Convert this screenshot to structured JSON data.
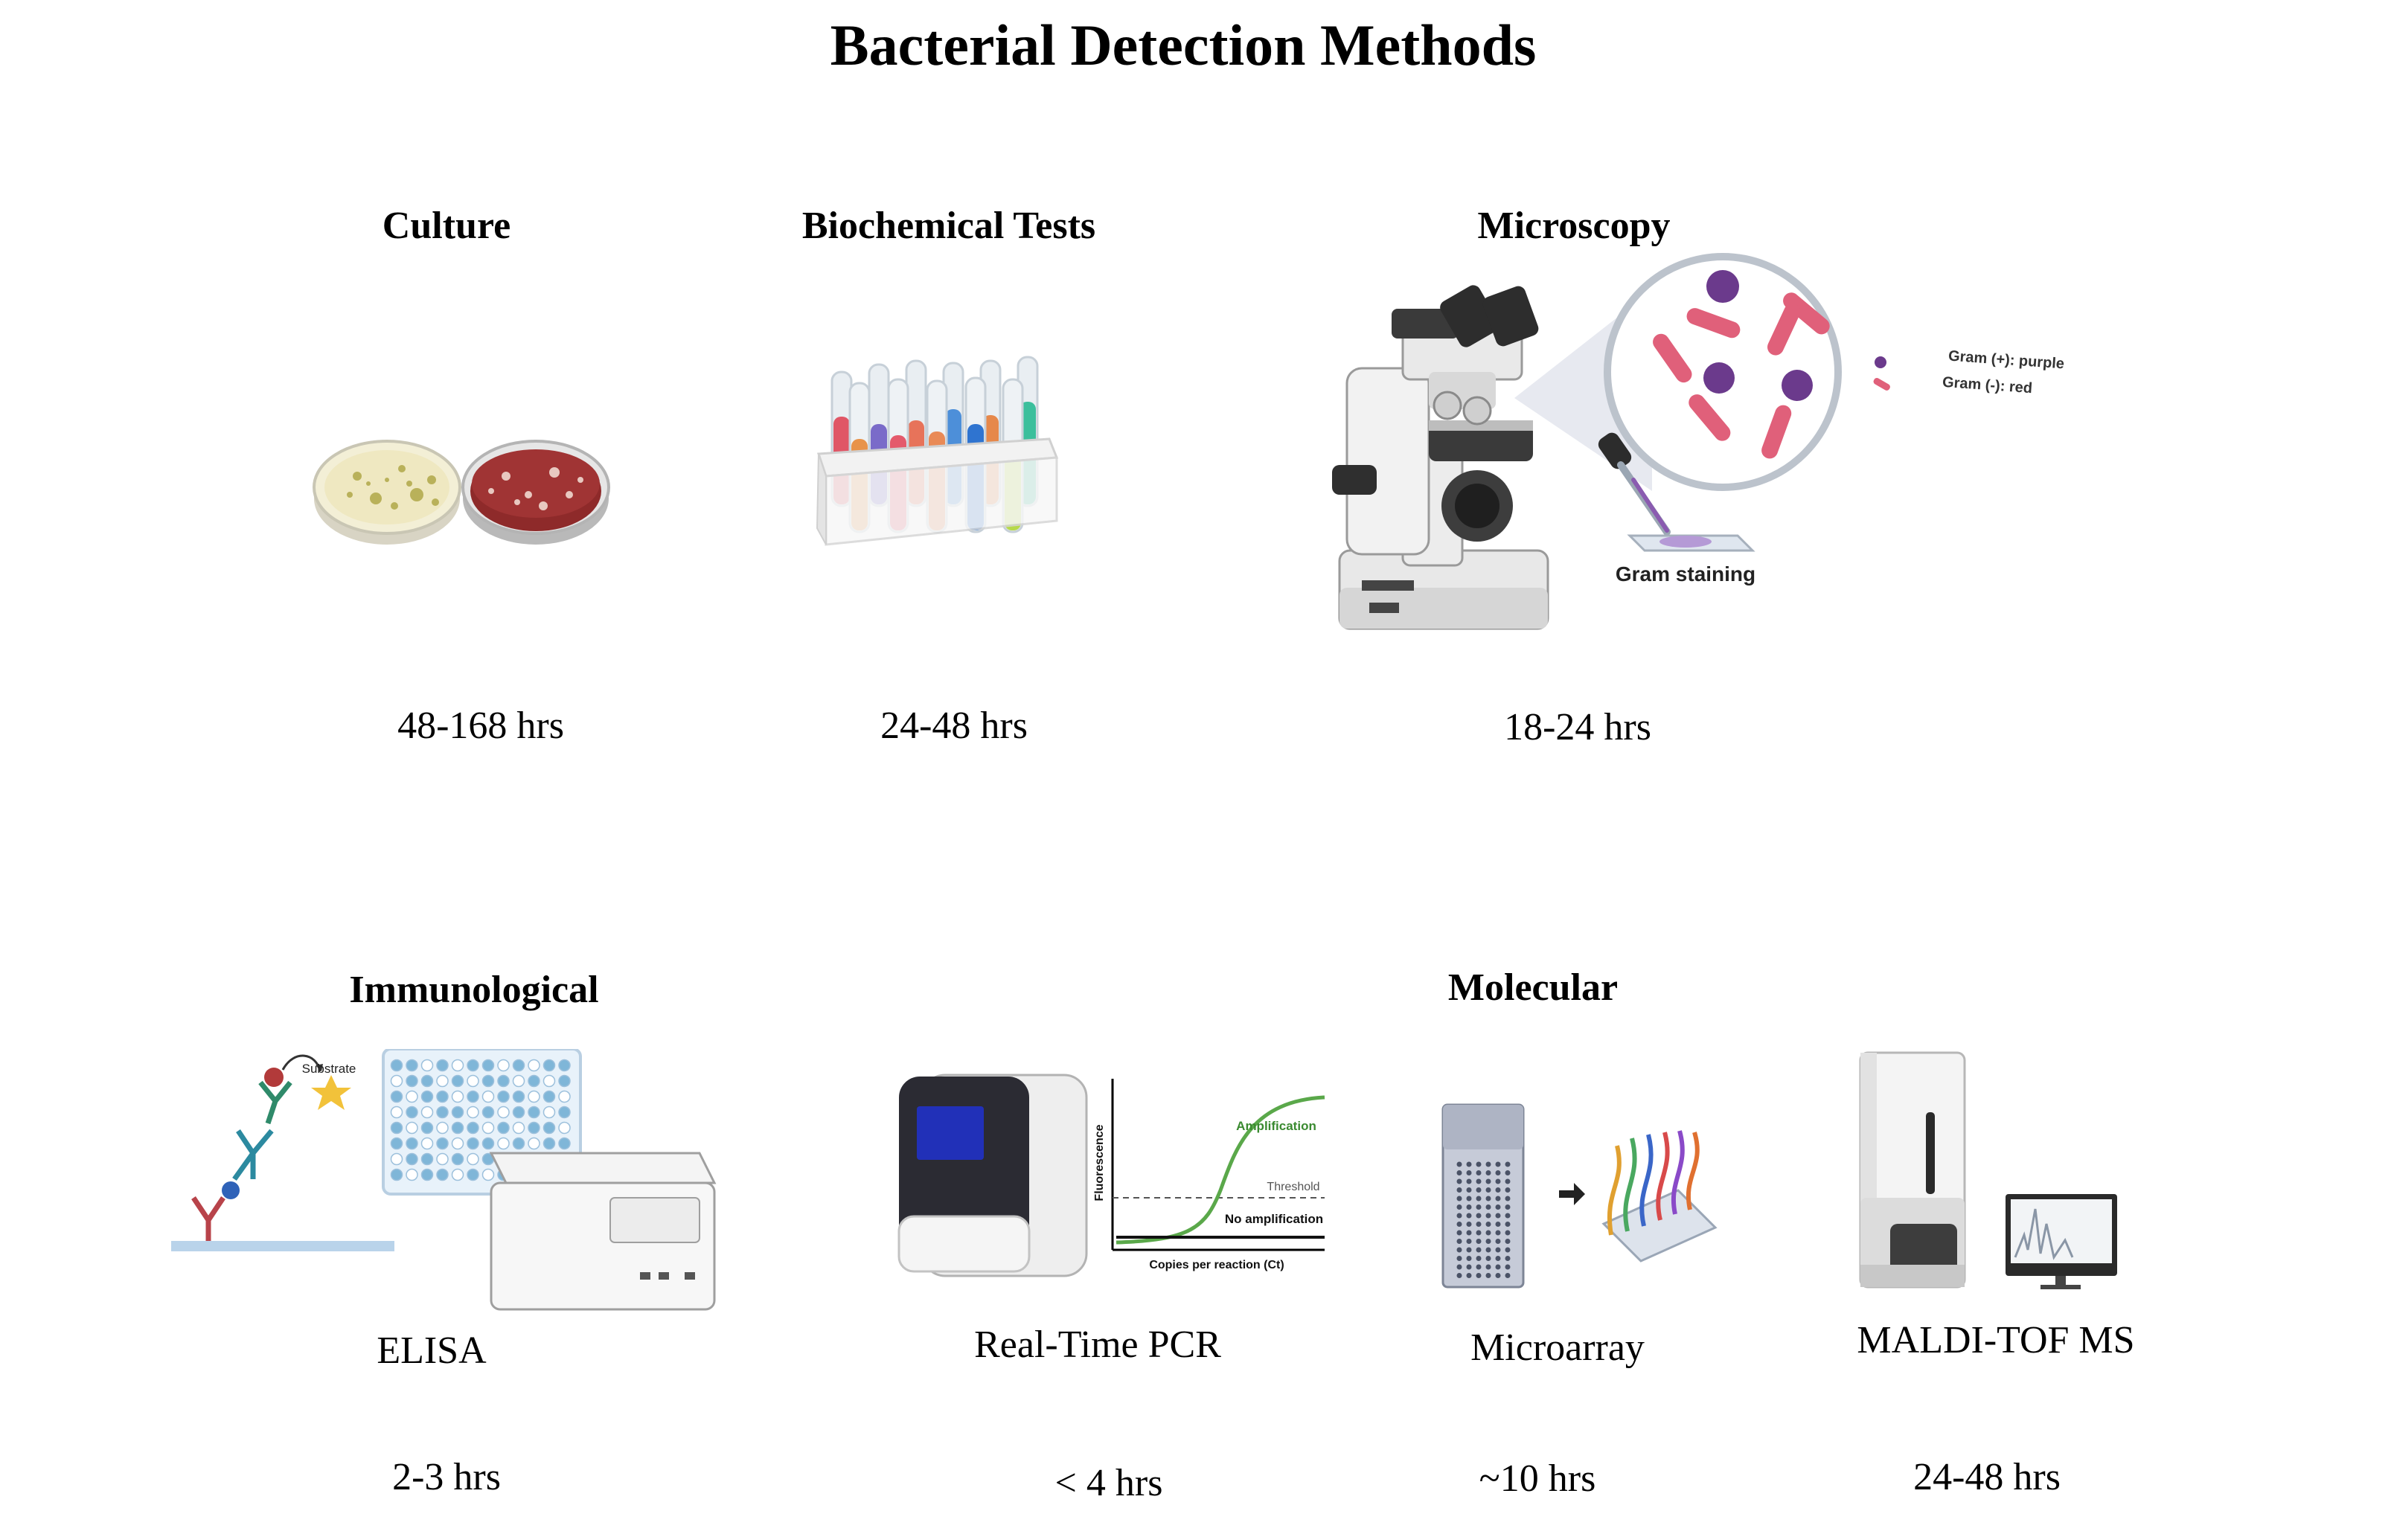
{
  "title": "Bacterial Detection Methods",
  "sections": {
    "culture": {
      "heading": "Culture",
      "time": "48-168 hrs"
    },
    "biochemical": {
      "heading": "Biochemical Tests",
      "time": "24-48 hrs"
    },
    "microscopy": {
      "heading": "Microscopy",
      "time": "18-24 hrs",
      "staining_label": "Gram staining",
      "legend": {
        "positive": "Gram (+): purple",
        "negative": "Gram (-): red"
      }
    },
    "immunological": {
      "heading": "Immunological",
      "method": "ELISA",
      "time": "2-3 hrs",
      "substrate_label": "Substrate"
    },
    "molecular": {
      "heading": "Molecular",
      "pcr": {
        "name": "Real-Time PCR",
        "time": "< 4 hrs",
        "plot": {
          "ylabel": "Fluorescence",
          "xlabel": "Copies per reaction (Ct)",
          "amplification": "Amplification",
          "threshold": "Threshold",
          "no_amplification": "No amplification"
        }
      },
      "microarray": {
        "name": "Microarray",
        "time": "~10 hrs"
      },
      "maldi": {
        "name": "MALDI-TOF MS",
        "time": "24-48 hrs"
      }
    }
  },
  "colors": {
    "gram_positive": "#6b3a8c",
    "gram_negative": "#e0607a",
    "amplification_curve": "#5aa84a",
    "elisa_plate": "#7fb6d8"
  }
}
